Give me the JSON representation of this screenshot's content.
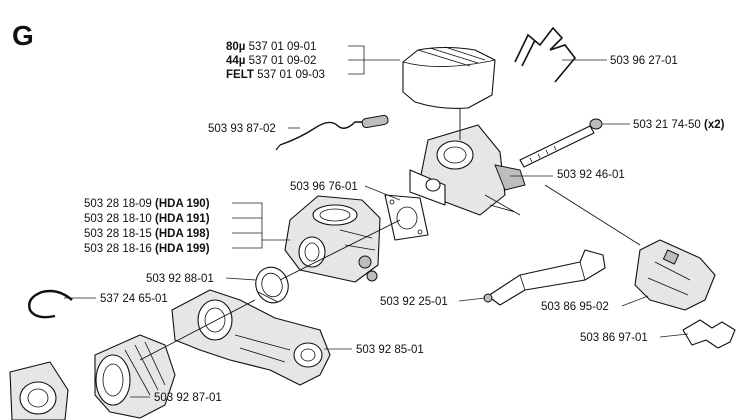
{
  "section_letter": "G",
  "labels": {
    "filter_80": {
      "prefix": "80µ",
      "part": "537 01 09-01"
    },
    "filter_44": {
      "prefix": "44µ",
      "part": "537 01 09-02"
    },
    "filter_felt": {
      "prefix": "FELT",
      "part": "537 01 09-03"
    },
    "spring_clip": {
      "part": "503 96 27-01"
    },
    "choke_rod": {
      "part": "503 93 87-02"
    },
    "long_screw": {
      "part": "503 21 74-50",
      "suffix": "(x2)"
    },
    "gasket": {
      "part": "503 96 76-01"
    },
    "filter_holder": {
      "part": "503 92 46-01"
    },
    "carb_190": {
      "part": "503 28 18-09",
      "suffix": "(HDA 190)"
    },
    "carb_191": {
      "part": "503 28 18-10",
      "suffix": "(HDA 191)"
    },
    "carb_198": {
      "part": "503 28 18-15",
      "suffix": "(HDA 198)"
    },
    "carb_199": {
      "part": "503 28 18-16",
      "suffix": "(HDA 199)"
    },
    "o_ring": {
      "part": "503 92 88-01"
    },
    "circlip": {
      "part": "537 24 65-01"
    },
    "throttle_rod": {
      "part": "503 92 25-01"
    },
    "bracket": {
      "part": "503 86 95-02"
    },
    "intake_manifold": {
      "part": "503 92 85-01"
    },
    "small_clip": {
      "part": "503 86 97-01"
    },
    "intake_hose": {
      "part": "503 92 87-01"
    }
  }
}
